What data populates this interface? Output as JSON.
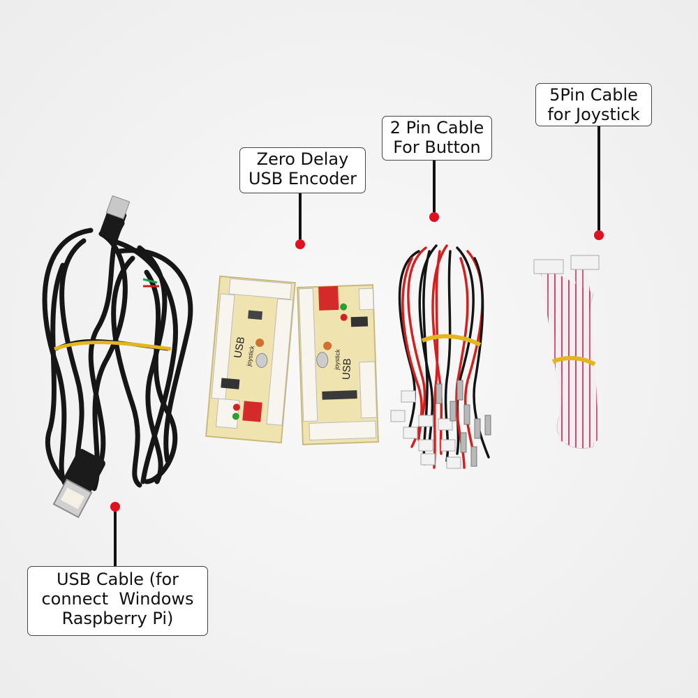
{
  "colors": {
    "dot": "#e0101e",
    "board": "#efe3b0",
    "cable_red": "#d41f1f",
    "cable_black": "#141414",
    "ribbon_stripe": "#c8406a",
    "rubber_band": "#e8c020"
  },
  "labels": {
    "encoder": {
      "line1": "Zero Delay",
      "line2": "USB Encoder"
    },
    "button_cable": {
      "line1": "2 Pin Cable",
      "line2": "For Button"
    },
    "joystick_cable": {
      "line1": "5Pin Cable",
      "line2": "for Joystick"
    },
    "usb_cable": {
      "line1": "USB Cable (for",
      "line2": "connect  Windows",
      "line3": "Raspberry Pi)"
    }
  },
  "boards": {
    "left": {
      "text": "USB",
      "subtext": "joystick"
    },
    "right": {
      "text": "USB",
      "subtext": "joystick"
    }
  }
}
